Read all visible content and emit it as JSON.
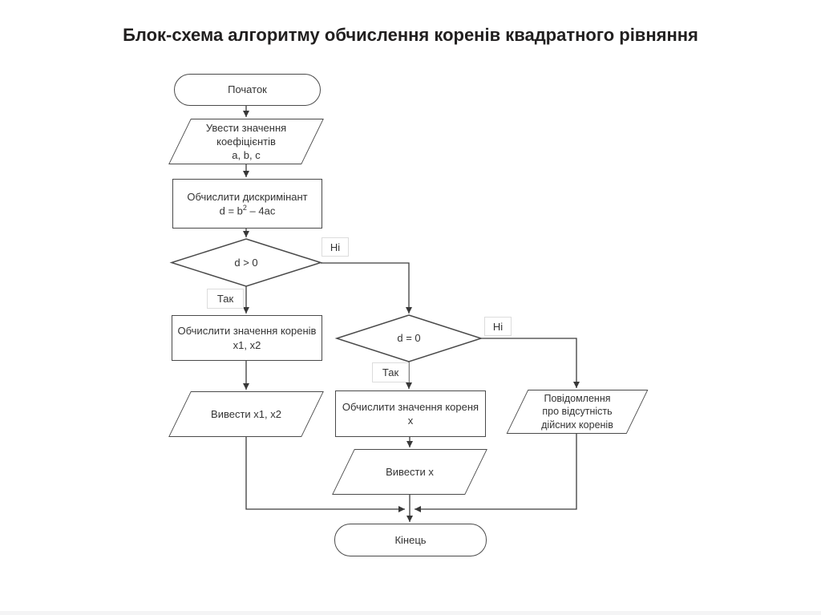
{
  "page": {
    "title": "Блок-схема алгоритму обчислення коренів квадратного рівняння"
  },
  "colors": {
    "line": "#3c3c3c",
    "shape_border": "#4a4a4a",
    "shape_fill": "#ffffff",
    "text": "#333333",
    "title": "#211f1f",
    "edge_label_box_border": "#dcdcdc"
  },
  "flowchart": {
    "nodes": {
      "start": {
        "type": "terminator",
        "label": "Початок"
      },
      "input": {
        "type": "io",
        "lines": [
          "Увести значення",
          "коефіцієнтів",
          "a, b, c"
        ]
      },
      "discriminant": {
        "type": "process",
        "line1": "Обчислити дискримінант",
        "formula_base": "d = b",
        "formula_sup": "2",
        "formula_rest": " – 4ac"
      },
      "decision_d_gt_0": {
        "type": "decision",
        "label": "d > 0"
      },
      "roots": {
        "type": "process",
        "line1": "Обчислити значення коренів",
        "line2": "x1, x2"
      },
      "output_roots": {
        "type": "io",
        "label": "Вивести x1, x2"
      },
      "decision_d_eq_0": {
        "type": "decision",
        "label": "d = 0"
      },
      "root": {
        "type": "process",
        "line1": "Обчислити значення кореня",
        "line2": "x"
      },
      "output_root": {
        "type": "io",
        "label": "Вивести x"
      },
      "no_roots_message": {
        "type": "io",
        "lines": [
          "Повідомлення",
          "про відсутність",
          "дійсних коренів"
        ]
      },
      "end": {
        "type": "terminator",
        "label": "Кінець"
      }
    },
    "edge_labels": {
      "yes1": "Так",
      "no1": "Ні",
      "yes2": "Так",
      "no2": "Ні"
    },
    "edges": [
      {
        "from": "start",
        "to": "input"
      },
      {
        "from": "input",
        "to": "discriminant"
      },
      {
        "from": "discriminant",
        "to": "decision_d_gt_0"
      },
      {
        "from": "decision_d_gt_0",
        "to": "roots",
        "label": "Так"
      },
      {
        "from": "decision_d_gt_0",
        "to": "decision_d_eq_0",
        "label": "Ні"
      },
      {
        "from": "roots",
        "to": "output_roots"
      },
      {
        "from": "decision_d_eq_0",
        "to": "root",
        "label": "Так"
      },
      {
        "from": "decision_d_eq_0",
        "to": "no_roots_message",
        "label": "Ні"
      },
      {
        "from": "root",
        "to": "output_root"
      },
      {
        "from": "output_roots",
        "to": "end"
      },
      {
        "from": "output_root",
        "to": "end"
      },
      {
        "from": "no_roots_message",
        "to": "end"
      }
    ]
  }
}
